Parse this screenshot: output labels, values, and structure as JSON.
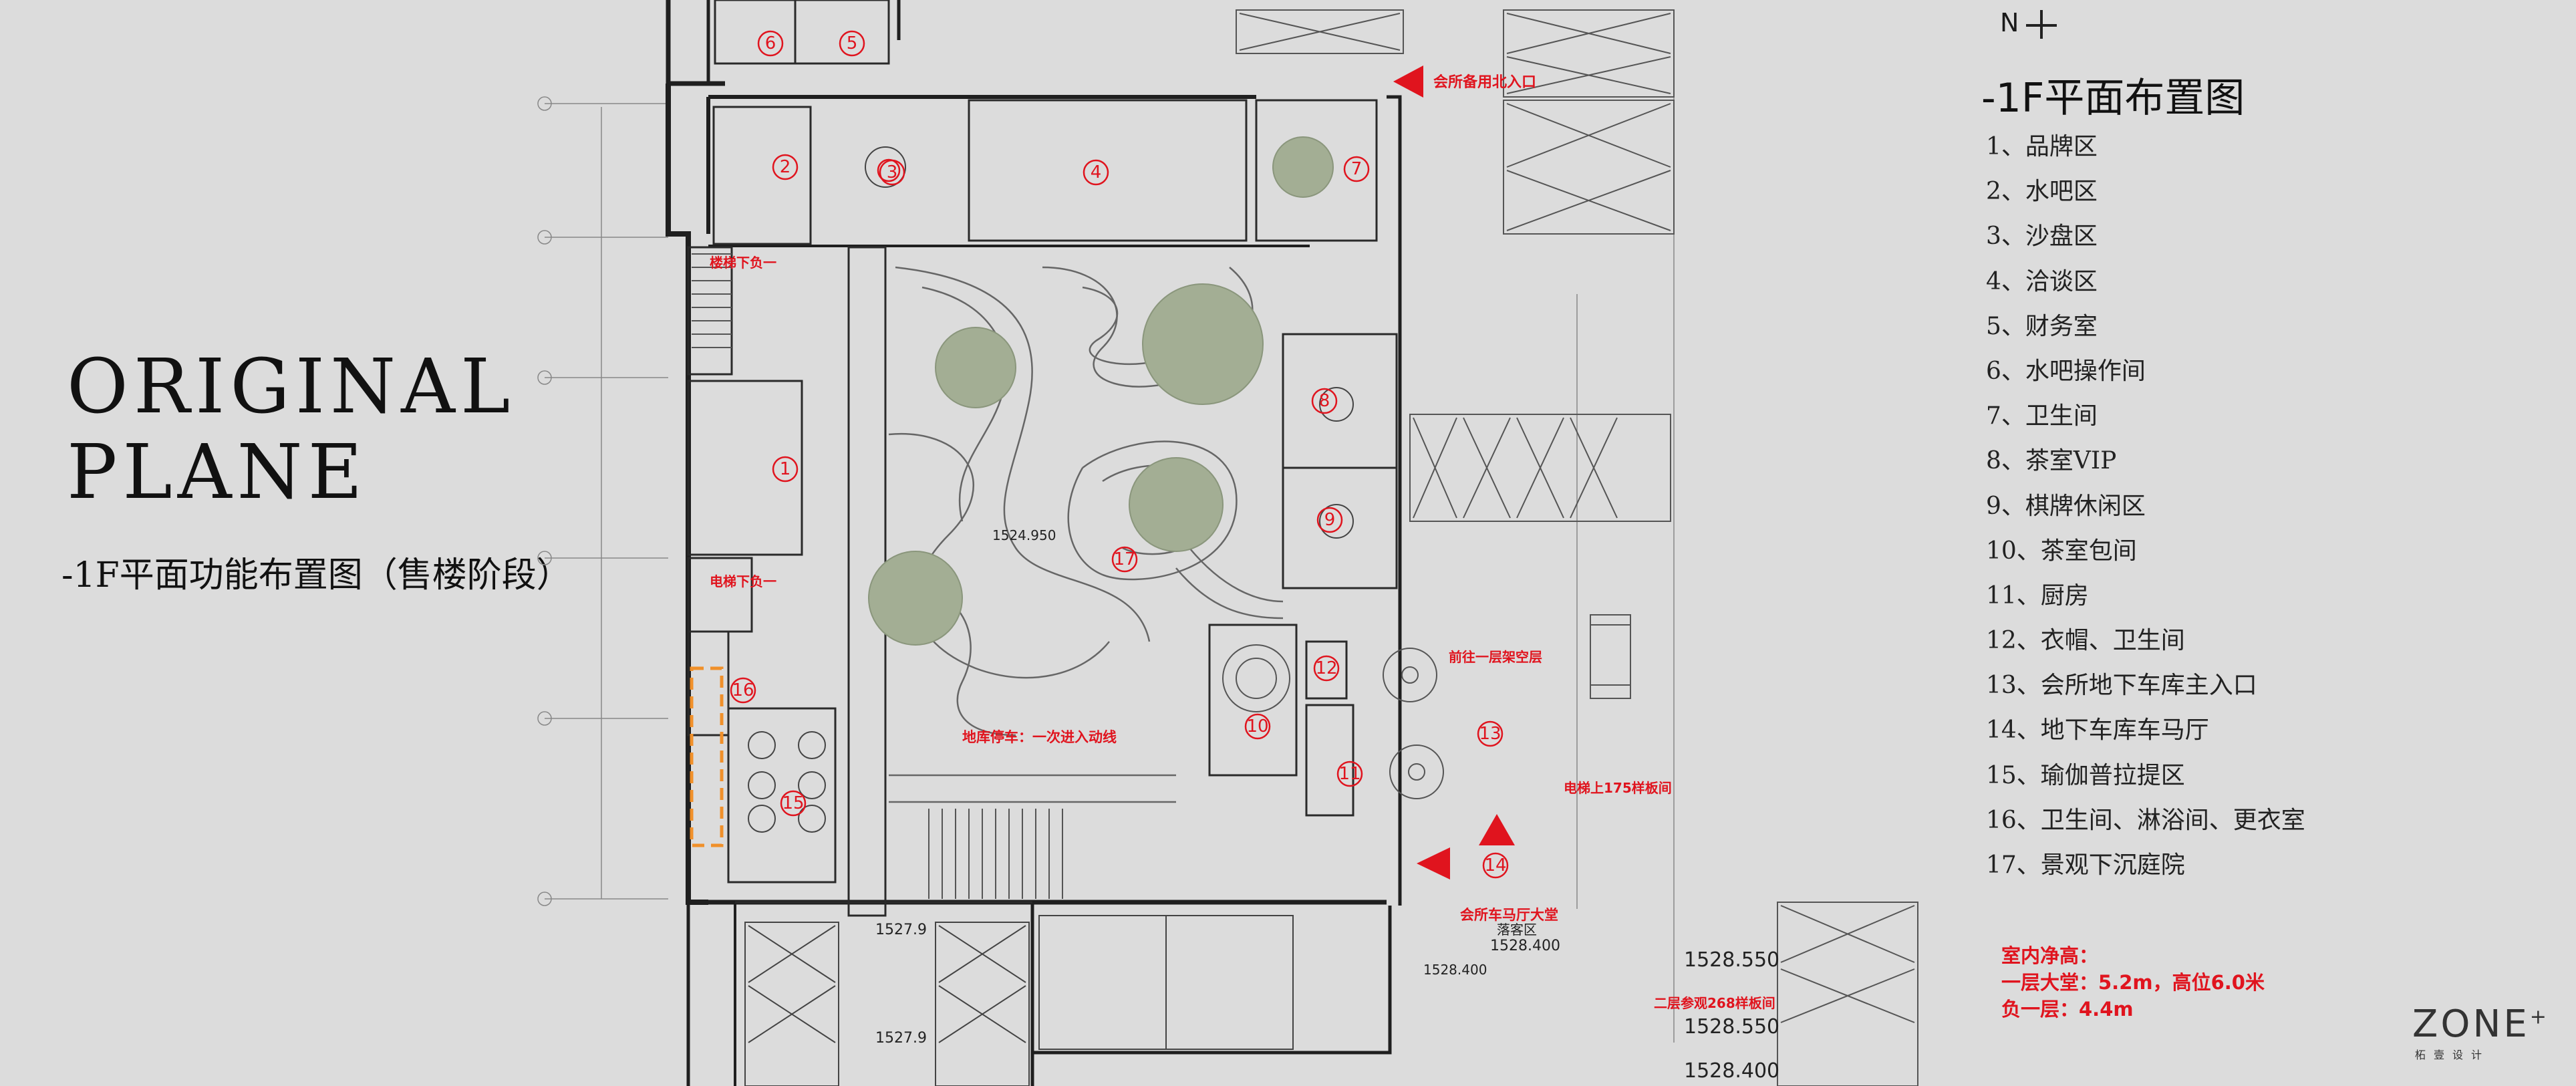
{
  "title_en": [
    "ORIGINAL",
    "PLANE"
  ],
  "subtitle": "-1F平面功能布置图（售楼阶段）",
  "legend": {
    "north": "N",
    "title": "-1F平面布置图",
    "items": [
      "1、品牌区",
      "2、水吧区",
      "3、沙盘区",
      "4、洽谈区",
      "5、财务室",
      "6、水吧操作间",
      "7、卫生间",
      "8、茶室VIP",
      "9、棋牌休闲区",
      "10、茶室包间",
      "11、厨房",
      "12、衣帽、卫生间",
      "13、会所地下车库主入口",
      "14、地下车库车马厅",
      "15、瑜伽普拉提区",
      "16、卫生间、淋浴间、更衣室",
      "17、景观下沉庭院"
    ]
  },
  "notes": {
    "heading": "室内净高：",
    "line1": "一层大堂：5.2m，高位6.0米",
    "line2": "负一层：4.4m"
  },
  "logo": {
    "main": "ZONE",
    "plus": "+",
    "sub": "柘壹设计"
  },
  "plan_labels": {
    "north_entrance": "会所备用北入口",
    "stair_down": "楼梯下负一",
    "elevator_down": "电梯下负一",
    "parking": "地库停车：一次进入动线",
    "to_first_floor": "前往一层架空层",
    "elevator_up": "电梯上175样板间",
    "lobby": "会所车马厅大堂",
    "dropoff": "落客区",
    "second_floor": "二层参观268样板间"
  },
  "elevations": [
    "1527.9",
    "1527.9",
    "1528.400",
    "1528.400",
    "1528.550",
    "1528.550",
    "1528.400",
    "1524.950"
  ],
  "zones": [
    "1",
    "2",
    "3",
    "4",
    "5",
    "6",
    "7",
    "8",
    "9",
    "10",
    "11",
    "12",
    "13",
    "14",
    "15",
    "16",
    "17"
  ],
  "colors": {
    "accent_red": "#e0141e",
    "linework": "#2a2a2a",
    "tree": "#9aa88c",
    "background": "#dcdcdc"
  }
}
